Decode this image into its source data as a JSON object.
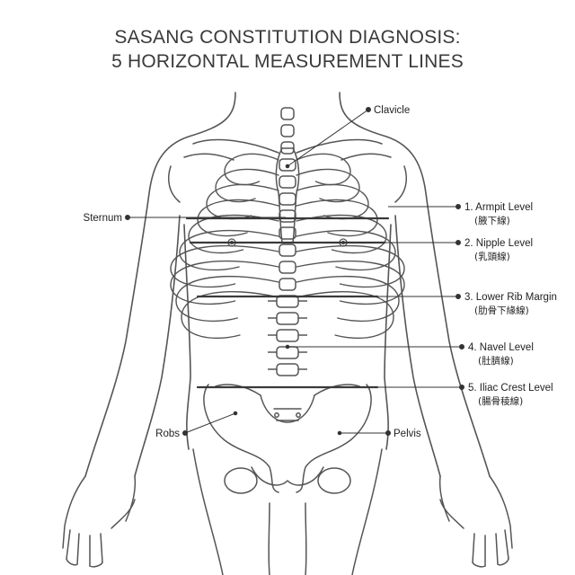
{
  "title": {
    "line1": "SASANG CONSTITUTION DIAGNOSIS:",
    "line2": "5 HORIZONTAL MEASUREMENT LINES"
  },
  "labels": {
    "clavicle": "Clavicle",
    "sternum": "Sternum",
    "robs": "Robs",
    "pelvis": "Pelvis"
  },
  "measurement_lines": [
    {
      "label": "1. Armpit Level",
      "sub": "(腋下線)"
    },
    {
      "label": "2. Nipple Level",
      "sub": "(乳頭線)"
    },
    {
      "label": "3. Lower Rib Margin",
      "sub": "(肋骨下緣線)"
    },
    {
      "label": "4. Navel Level",
      "sub": "(肚臍線)"
    },
    {
      "label": "5. Iliac Crest Level",
      "sub": "(腸骨稜線)"
    }
  ],
  "colors": {
    "outline": "#555555",
    "measure_line": "#3a3a3a",
    "text": "#222222"
  }
}
